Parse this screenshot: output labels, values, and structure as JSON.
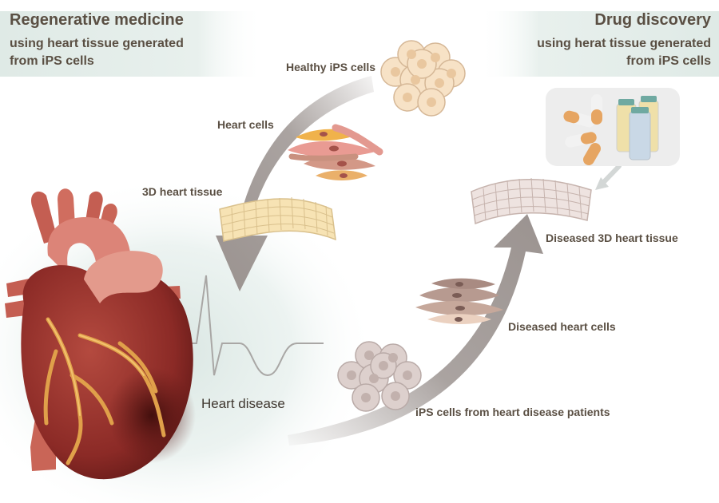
{
  "panels": {
    "left": {
      "title": "Regenerative medicine",
      "line1": "using heart tissue generated",
      "line2": "from iPS cells"
    },
    "right": {
      "title": "Drug discovery",
      "line1": "using herat tissue generated",
      "line2": "from iPS cells"
    }
  },
  "labels": {
    "healthy_ips": "Healthy iPS cells",
    "heart_cells": "Heart cells",
    "tissue_3d": "3D heart tissue",
    "heart_disease": "Heart disease",
    "diseased_tissue": "Diseased 3D heart tissue",
    "diseased_cells": "Diseased heart cells",
    "patient_ips": "iPS cells from heart disease patients"
  },
  "colors": {
    "panel_bg": "#e6efec",
    "text": "#5a4f43",
    "arrow": "#9b9390",
    "heart_dark": "#8b2a26",
    "heart_light": "#d97e72",
    "healthy_cell": "#f6dcbc",
    "diseased_cell": "#cbbcb8"
  },
  "icons": [
    "capsule-icon",
    "vial-icon",
    "heart-icon",
    "ecg-trace-icon",
    "cell-cluster-icon"
  ]
}
